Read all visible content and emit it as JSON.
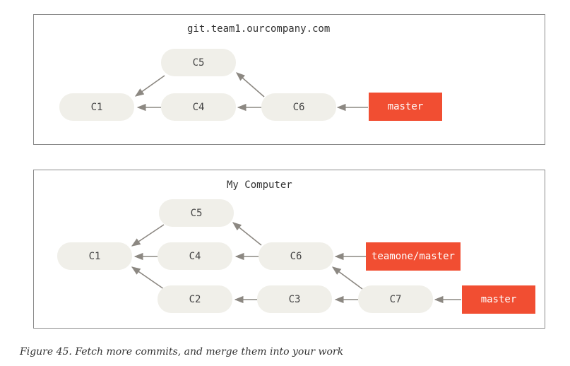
{
  "diagram": {
    "top": {
      "title": "git.team1.ourcompany.com",
      "commits": [
        "C1",
        "C4",
        "C5",
        "C6"
      ],
      "ref": "master"
    },
    "bottom": {
      "title": "My Computer",
      "commits": [
        "C1",
        "C2",
        "C3",
        "C4",
        "C5",
        "C6",
        "C7"
      ],
      "refs": [
        "teamone/master",
        "master"
      ]
    }
  },
  "caption": "Figure 45. Fetch more commits, and merge them into your work",
  "colors": {
    "commit_fill": "#f0efe9",
    "ref_fill": "#f14e32",
    "arrow": "#8c8882",
    "border": "#8a8a8a"
  }
}
